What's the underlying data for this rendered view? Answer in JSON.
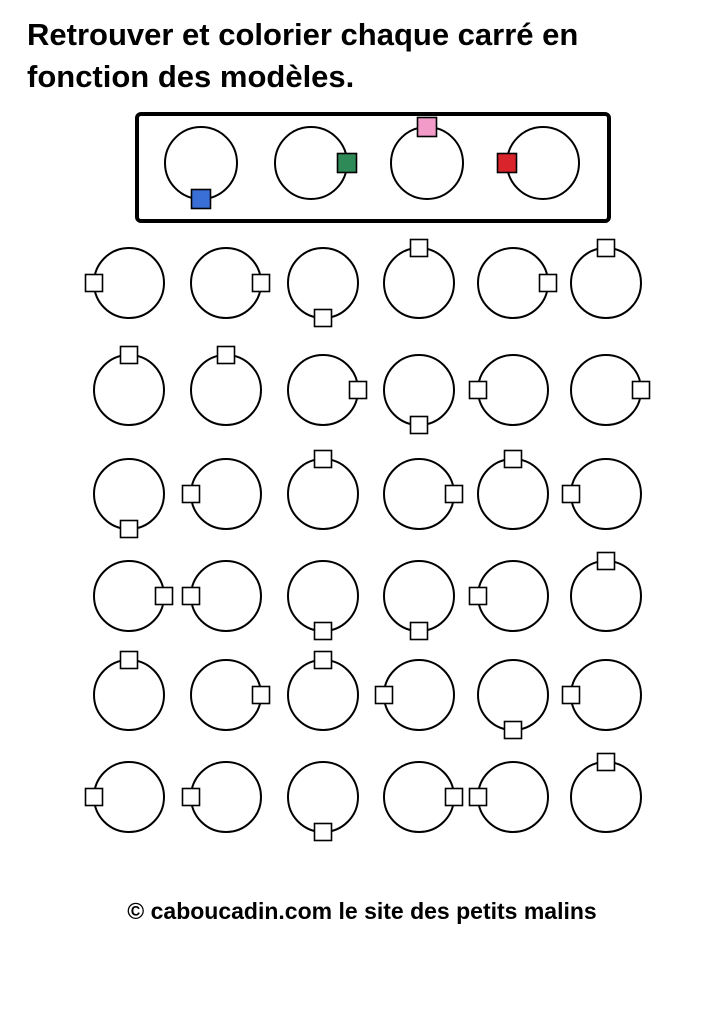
{
  "title": "Retrouver et colorier chaque carré en fonction des modèles.",
  "footer": "© caboucadin.com le site des petits malins",
  "models": [
    {
      "position": "bottom",
      "color": "#3a6fd8",
      "color_name": "blue"
    },
    {
      "position": "right",
      "color": "#2e8b57",
      "color_name": "green"
    },
    {
      "position": "top",
      "color": "#f29ac8",
      "color_name": "pink"
    },
    {
      "position": "left",
      "color": "#d9242b",
      "color_name": "red"
    }
  ],
  "grid": [
    [
      "left",
      "right",
      "bottom",
      "top",
      "right",
      "top"
    ],
    [
      "top",
      "top",
      "right",
      "bottom",
      "left",
      "right"
    ],
    [
      "bottom",
      "left",
      "top",
      "right",
      "top",
      "left"
    ],
    [
      "right",
      "left",
      "bottom",
      "bottom",
      "left",
      "top"
    ],
    [
      "top",
      "right",
      "top",
      "left",
      "bottom",
      "left"
    ],
    [
      "left",
      "left",
      "bottom",
      "right",
      "left",
      "top"
    ]
  ]
}
